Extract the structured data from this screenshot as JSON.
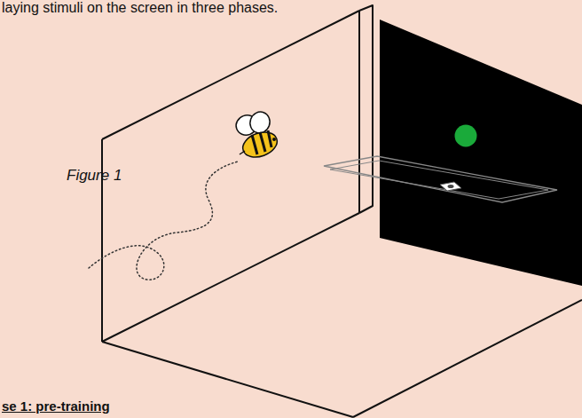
{
  "diagram": {
    "labels": [
      "laying stimuli on the screen in three phases.",
      "Figure 1",
      "se 1: pre-training"
    ]
  }
}
